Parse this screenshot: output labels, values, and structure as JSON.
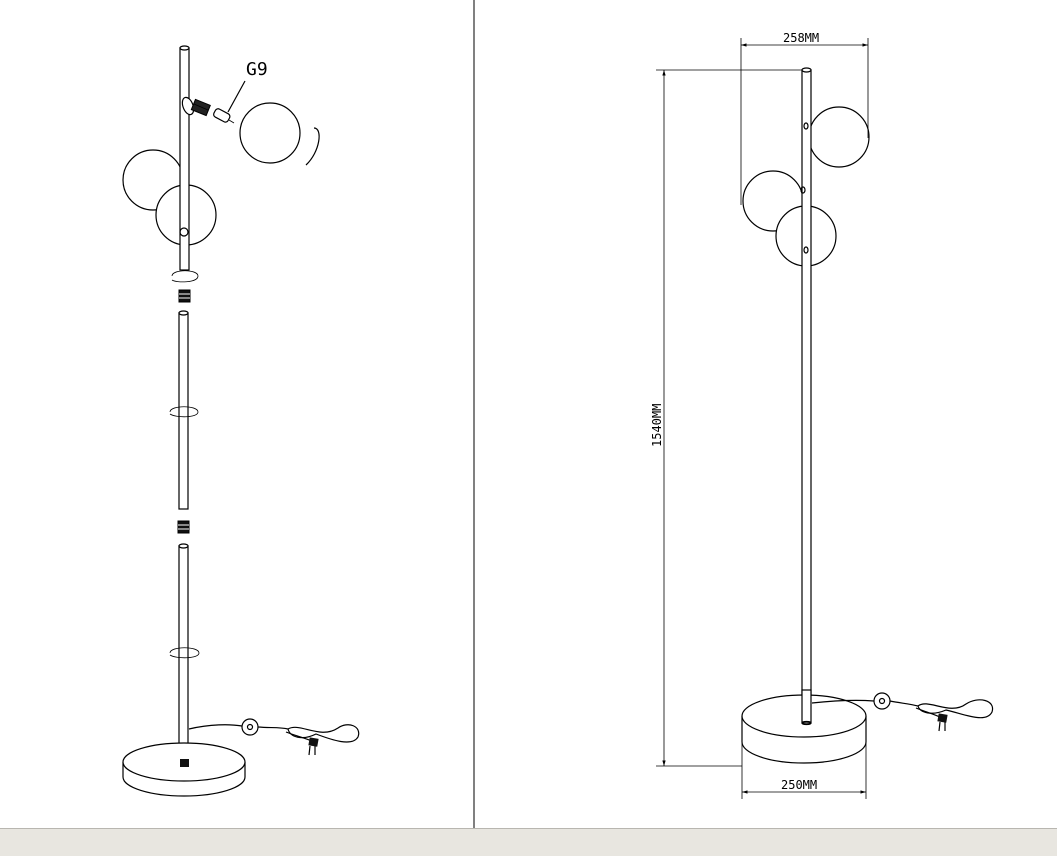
{
  "assembly_view": {
    "bulb_label": "G9"
  },
  "dimension_view": {
    "top_width": "258MM",
    "height": "1540MM",
    "base_width": "250MM"
  }
}
